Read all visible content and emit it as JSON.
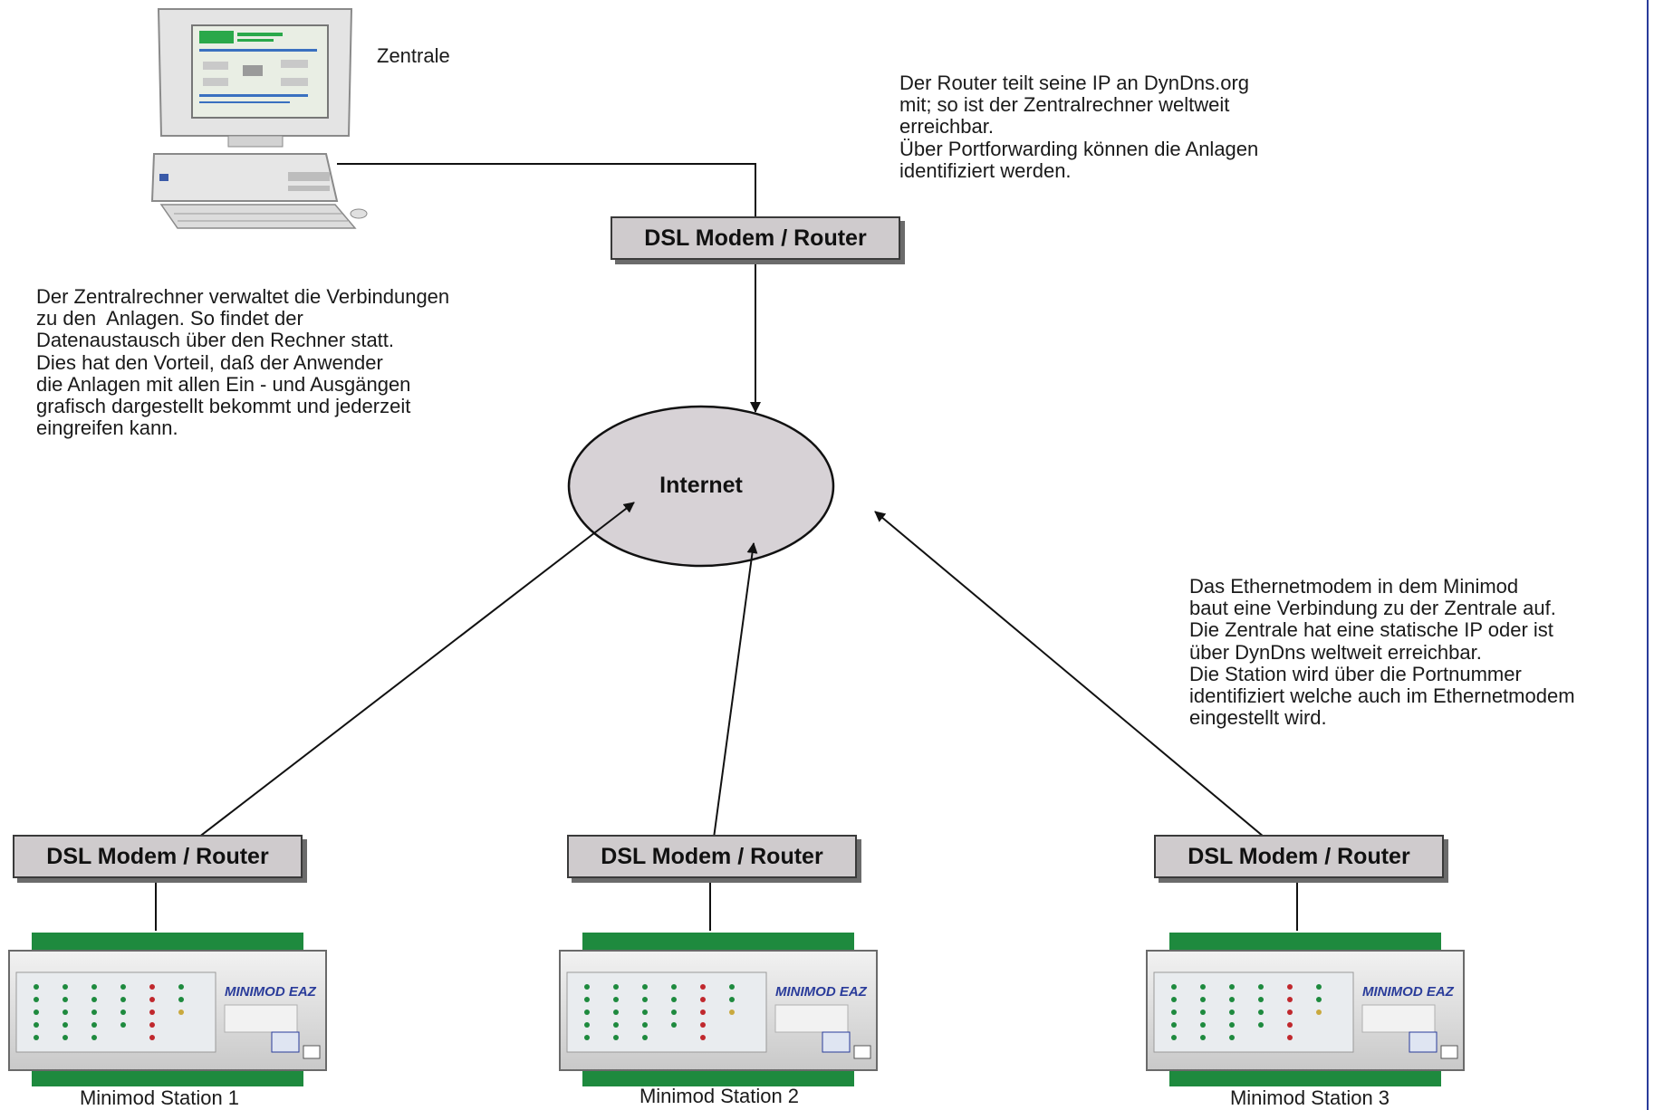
{
  "labels": {
    "central": "Zentrale",
    "internet": "Internet",
    "router": "DSL Modem / Router",
    "device_name": "MINIMOD EAZ"
  },
  "notes": {
    "router_note": "Der Router teilt seine IP an DynDns.org\nmit; so ist der Zentralrechner weltweit\nerreichbar.\nÜber Portforwarding können die Anlagen\nidentifiziert werden.",
    "central_note": "Der Zentralrechner verwaltet die Verbindungen\nzu den  Anlagen. So findet der\nDatenaustausch über den Rechner statt.\nDies hat den Vorteil, daß der Anwender\ndie Anlagen mit allen Ein - und Ausgängen\ngrafisch dargestellt bekommt und jederzeit\neingreifen kann.",
    "modem_note": "Das Ethernetmodem in dem Minimod\nbaut eine Verbindung zu der Zentrale auf.\nDie Zentrale hat eine statische IP oder ist\nüber DynDns weltweit erreichbar.\nDie Station wird über die Portnummer\nidentifiziert welche auch im Ethernetmodem\neingestellt wird."
  },
  "stations": [
    {
      "label": "Minimod Station 1"
    },
    {
      "label": "Minimod Station 2"
    },
    {
      "label": "Minimod Station 3"
    }
  ],
  "colors": {
    "box_fill": "#cfcbcd",
    "cloud_fill": "#d7d2d6",
    "device_green": "#1e8a3e",
    "accent_blue": "#2a3c9a"
  }
}
